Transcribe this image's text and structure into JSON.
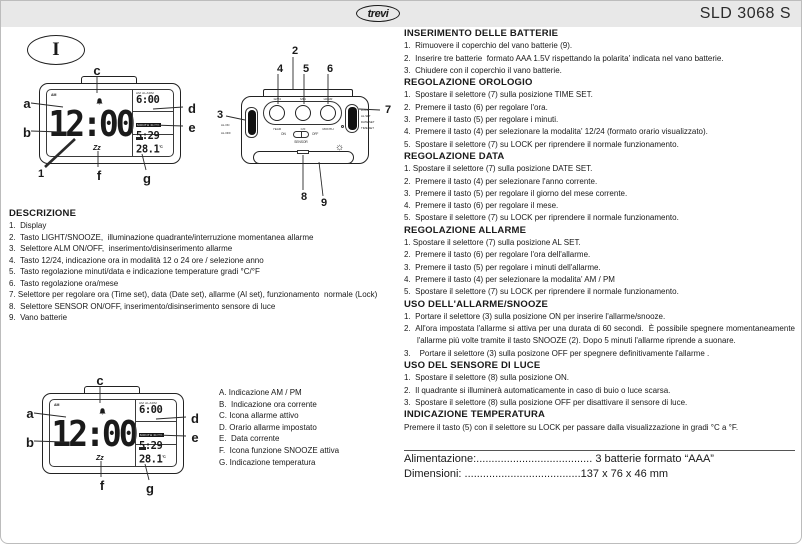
{
  "page": {
    "brand_logo": "trevi",
    "model": "SLD 3068 S",
    "language_badge": "I"
  },
  "clock_display": {
    "am_indicator": "AM",
    "time": "12:00",
    "alarm_caption": "AM  ALARM",
    "alarm_time": "6:00",
    "date_caption": "MONTH DATE",
    "date_value": "5:29",
    "temp_value": "28.1",
    "temp_unit": "°C",
    "snooze_icon": "Zz"
  },
  "front_callouts": {
    "a": "a",
    "b": "b",
    "c": "c",
    "d": "d",
    "e": "e",
    "f": "f",
    "g": "g",
    "display_number": "1"
  },
  "rear": {
    "numbers": {
      "n2": "2",
      "n3": "3",
      "n4": "4",
      "n5": "5",
      "n6": "6",
      "n7": "7",
      "n8": "8",
      "n9": "9"
    },
    "button_top_labels": [
      "12/24",
      "MIN",
      "HOUR"
    ],
    "button_bottom_labels": [
      "YEAR",
      "C/F",
      "MONTH"
    ],
    "left_slider_labels": [
      "AL.ON",
      "AL.OFF"
    ],
    "right_slider_labels": [
      "LOCK",
      "AL.SET",
      "DATE SET",
      "TIME SET"
    ],
    "sensor": {
      "on": "ON",
      "off": "OFF",
      "label": "SENSOR"
    },
    "sun_icon": "☼"
  },
  "descrizione": {
    "title": "DESCRIZIONE",
    "items": [
      "1.  Display",
      "2.  Tasto LIGHT/SNOOZE,  illuminazione quadrante/interruzione momentanea allarme",
      "3.  Selettore ALM ON/OFF,  inserimento/disinserimento allarme",
      "4.  Tasto 12/24, indicazione ora in modalità 12 o 24 ore / selezione anno",
      "5.  Tasto regolazione minuti/data e indicazione temperature gradi °C/°F",
      "6.  Tasto regolazione ora/mese",
      "7. Selettore per regolare ora (Time set), data (Date set), allarme (Al set), funzionamento  normale (Lock)",
      "8.  Selettore SENSOR ON/OFF, inserimento/disinserimento sensore di luce",
      "9.  Vano batterie"
    ]
  },
  "legend": {
    "items": [
      "A. Indicazione AM / PM",
      "B.  Indicazione ora corrente",
      "C. Icona allarme attivo",
      "D. Orario allarme impostato",
      "E.  Data corrente",
      "F.  Icona funzione SNOOZE attiva",
      "G. Indicazione temperatura"
    ]
  },
  "sections": [
    {
      "title": "INSERIMENTO DELLE BATTERIE",
      "items": [
        "1.  Rimuovere il coperchio del vano batterie (9).",
        "2.  Inserire tre batterie  formato AAA 1.5V rispettando la polarita' indicata nel vano batterie.",
        "3.  Chiudere con il coperchio il vano batterie."
      ]
    },
    {
      "title": "REGOLAZIONE OROLOGIO",
      "items": [
        "1.  Spostare il selettore (7) sulla posizione TIME SET.",
        "2.  Premere il tasto (6) per regolare l'ora.",
        "3.  Premere il tasto (5) per regolare i minuti.",
        "4.  Premere il tasto (4) per selezionare la modalita' 12/24 (formato orario visualizzato).",
        "5.  Spostare il selettore (7) su LOCK per riprendere il normale funzionamento."
      ]
    },
    {
      "title": "REGOLAZIONE DATA",
      "items": [
        "1. Spostare il selettore (7) sulla posizione DATE SET.",
        "2.  Premere il tasto (4) per selezionare l'anno corrente.",
        "3.  Premere il tasto (5) per regolare il giorno del mese corrente.",
        "4.  Premere il tasto (6) per regolare il mese.",
        "5.  Spostare il selettore (7) su LOCK per riprendere il normale funzionamento."
      ]
    },
    {
      "title": "REGOLAZIONE ALLARME",
      "items": [
        "1. Spostare il selettore (7) sulla posizione AL SET.",
        "2.  Premere il tasto (6) per regolare l'ora dell'allarme.",
        "3.  Premere il tasto (5) per regolare i minuti dell'allarme.",
        "4.  Premere il tasto (4) per selezionare la modalita' AM / PM",
        "5.  Spostare il selettore (7) su LOCK per riprendere il normale funzionamento."
      ]
    },
    {
      "title": "USO DELL'ALLARME/SNOOZE",
      "items": [
        "1.  Portare il selettore (3) sulla posizione ON per inserire l'allarme/snooze.",
        "2.  All'ora impostata l'allarme si attiva per una durata di 60 secondi.  È possibile spegnere momentaneamente l'allarme più volte tramite il tasto SNOOZE (2). Dopo 5 minuti l'allarme riprende a suonare.",
        "3.    Portare il selettore (3) sulla posizone OFF per spegnere definitivamente l'allarme ."
      ]
    },
    {
      "title": "USO DEL SENSORE DI LUCE",
      "items": [
        "1.  Spostare il selettore (8) sulla posizione ON.",
        "2.  Il quadrante si illuminerà automaticamente in caso di buio o luce scarsa.",
        "3.  Spostare il selettore (8) sulla posizione OFF per disattivare il sensore di luce."
      ]
    },
    {
      "title": "INDICAZIONE TEMPERATURA",
      "items": [
        "Premere il tasto (5) con il selettore su LOCK per passare dalla visualizzazione in gradi °C a °F."
      ]
    }
  ],
  "footer": {
    "alimentazione": "Alimentazione:...................................... 3 batterie formato “AAA”",
    "dimensioni": "Dimensioni:  ......................................137 x 76 x 46 mm"
  }
}
